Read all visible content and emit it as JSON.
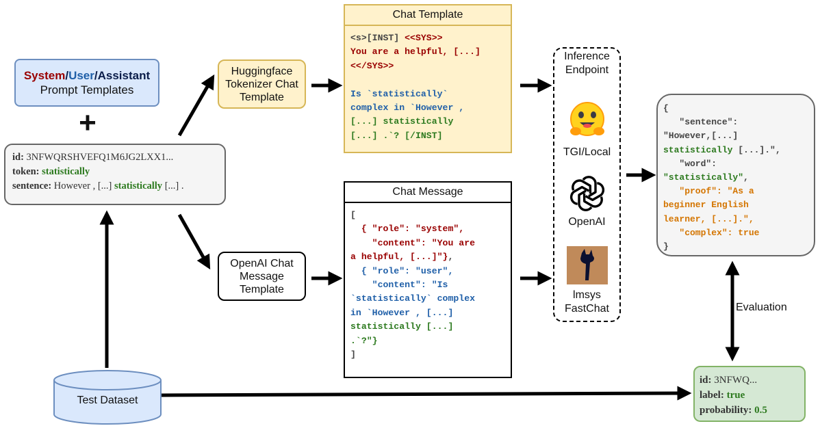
{
  "prompt_templates": {
    "role_system": "System",
    "sep1": "/",
    "role_user": "User",
    "sep2": "/",
    "role_assistant": "Assistant",
    "subtitle": "Prompt Templates"
  },
  "plus_sign": "+",
  "sample": {
    "id_label": "id:",
    "id_value": "3NFWQRSHVEFQ1M6JG2LXX1...",
    "token_label": "token:",
    "token_value": "statistically",
    "sentence_label": "sentence:",
    "sentence_pre": "However , [...] ",
    "sentence_word": "statistically",
    "sentence_post": " [...] ."
  },
  "hf_template": {
    "line1": "Huggingface",
    "line2": "Tokenizer Chat",
    "line3": "Template"
  },
  "openai_template": {
    "line1": "OpenAI Chat",
    "line2": "Message",
    "line3": "Template"
  },
  "chat_template": {
    "title": "Chat Template",
    "l1_a": "<s>[INST] ",
    "l1_b": "<<SYS>>",
    "l2": "You are a helpful, [...]",
    "l3": "<</SYS>>",
    "l4": "",
    "l5": "Is `statistically`",
    "l6": "complex in `However ,",
    "l7_a": "[...] ",
    "l7_b": "statistically",
    "l8_a": "[...] .`? [/INST]"
  },
  "chat_message": {
    "title": "Chat Message",
    "l1": "[",
    "l2": "  { \"role\": \"system\",",
    "l3": "    \"content\": \"You are",
    "l4_a": "a helpful, [...]\"}",
    "l4_b": ",",
    "l5": "  { \"role\": \"user\",",
    "l6": "    \"content\": \"Is",
    "l7": "`statistically` complex",
    "l8": "in `However , [...]",
    "l9": "statistically [...]",
    "l10": ".`?\"}",
    "l11": "]"
  },
  "endpoint": {
    "title_line1": "Inference",
    "title_line2": "Endpoint",
    "tgi_label": "TGI/Local",
    "openai_label": "OpenAI",
    "lmsys_line1": "lmsys",
    "lmsys_line2": "FastChat"
  },
  "output_json": {
    "l1": "{",
    "l2": "   \"sentence\":",
    "l3": "\"However,[...]",
    "l4_a": "statistically",
    "l4_b": " [...].\",",
    "l5": "   \"word\":",
    "l6_a": "\"statistically\"",
    "l6_b": ",",
    "l7": "   \"proof\": \"As a",
    "l8": "beginner English",
    "l9": "learner, [...].\",",
    "l10": "   \"complex\": true",
    "l11": "}"
  },
  "ground_truth": {
    "id_label": "id:",
    "id_value": "3NFWQ...",
    "label_label": "label:",
    "label_value": "true",
    "prob_label": "probability:",
    "prob_value": "0.5"
  },
  "test_dataset_label": "Test Dataset",
  "evaluation_label": "Evaluation",
  "colors": {
    "prompt_fill": "#dae8fc",
    "prompt_stroke": "#6c8ebf",
    "hf_fill": "#fff2cc",
    "hf_stroke": "#d6b656",
    "gt_fill": "#d5e8d4",
    "gt_stroke": "#82b366",
    "system_red": "#990000",
    "user_blue": "#1f5fa8",
    "token_green": "#2d7a1f",
    "proof_orange": "#d47500"
  }
}
